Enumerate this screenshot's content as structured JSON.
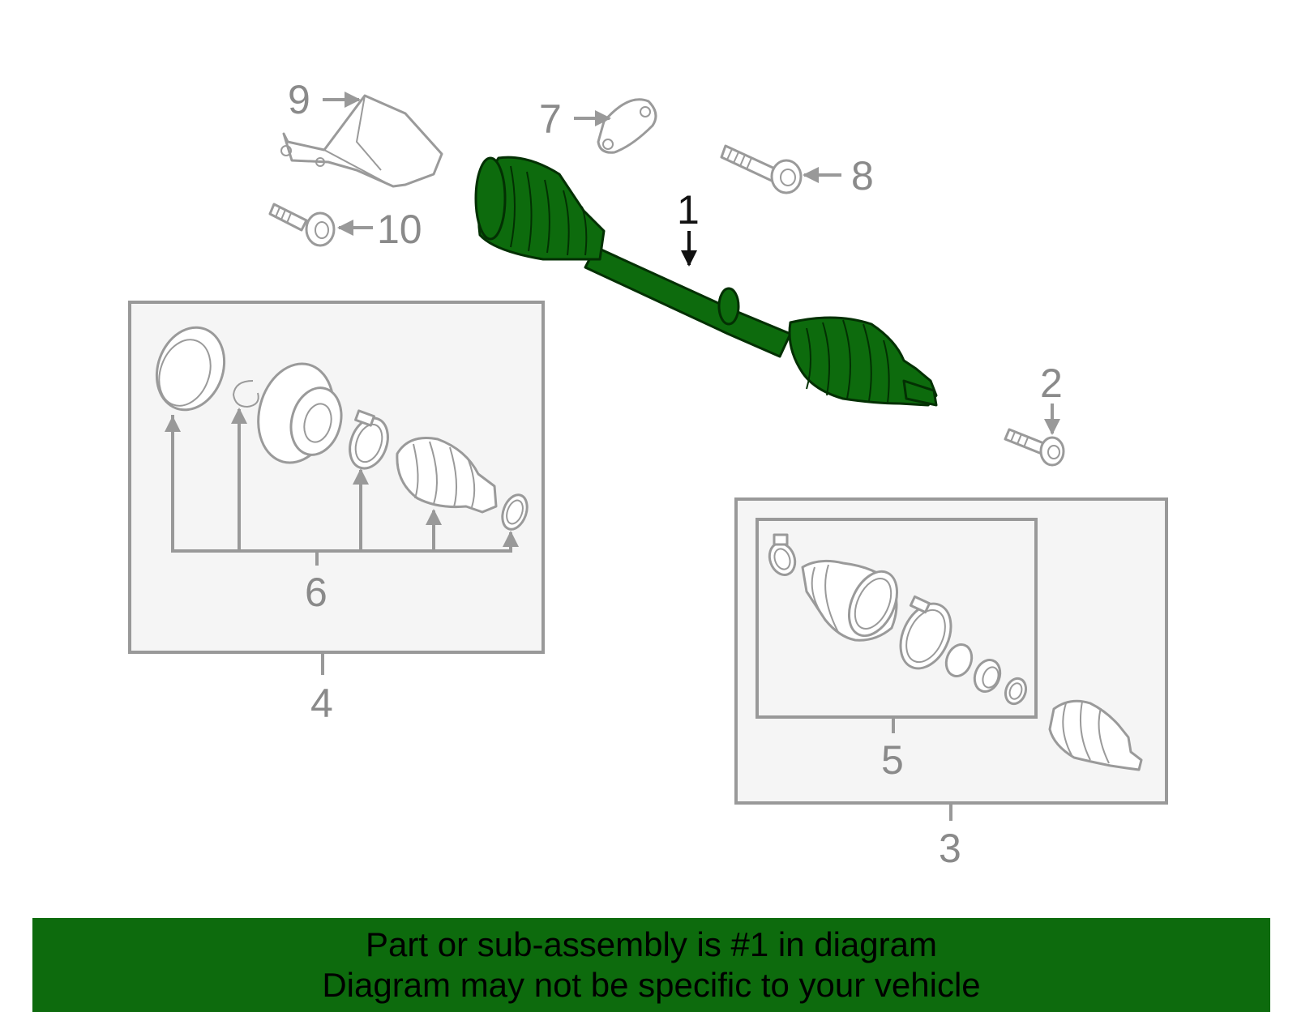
{
  "callouts": {
    "c1": "1",
    "c2": "2",
    "c3": "3",
    "c4": "4",
    "c5": "5",
    "c6": "6",
    "c7": "7",
    "c8": "8",
    "c9": "9",
    "c10": "10"
  },
  "highlight_part": "1",
  "colors": {
    "highlight_fill": "#0d6b0d",
    "banner_bg": "#0d6b0d",
    "line_gray": "#999999",
    "box_fill": "#f5f5f5"
  },
  "banner": {
    "line1": "Part or sub-assembly is #1 in diagram",
    "line2": "Diagram may not be specific to your vehicle"
  }
}
